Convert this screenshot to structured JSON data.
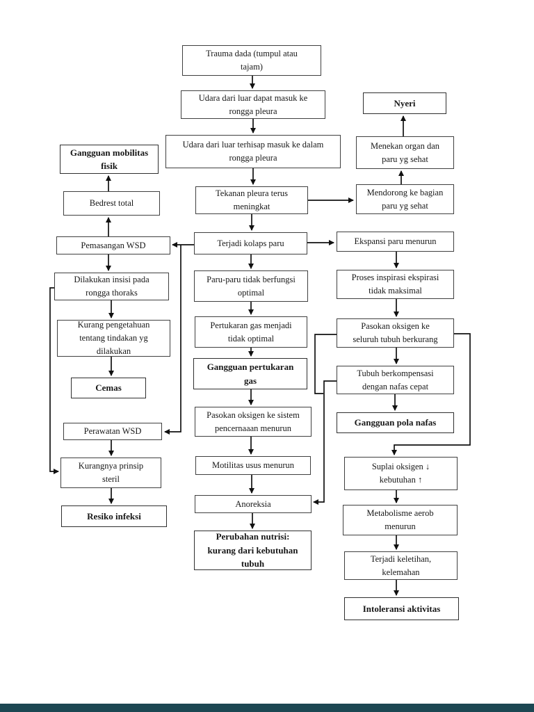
{
  "page": {
    "background": "#ffffff",
    "footer_bar_color": "#1c4752"
  },
  "colors": {
    "box_border": "#3f3f3f",
    "text": "#171717",
    "arrow": "#111111"
  },
  "diagram": {
    "type": "flowchart",
    "language": "Indonesian",
    "topic": "Pathway trauma dada (pneumothorax) - nursing diagnoses",
    "nodes": {
      "trauma_dada": {
        "label": "Trauma dada (tumpul atau\ntajam)",
        "emphasis": false
      },
      "udara_masuk": {
        "label": "Udara dari luar dapat masuk ke\nrongga pleura",
        "emphasis": false
      },
      "udara_terhisap": {
        "label": "Udara dari luar terhisap masuk ke dalam\nrongga pleura",
        "emphasis": false
      },
      "tekanan_pleura": {
        "label": "Tekanan pleura terus\nmeningkat",
        "emphasis": false
      },
      "terjadi_kolaps": {
        "label": "Terjadi kolaps paru",
        "emphasis": false
      },
      "paru_tidak_berfungsi": {
        "label": "Paru-paru tidak berfungsi\noptimal",
        "emphasis": false
      },
      "pertukaran_tidak_optimal": {
        "label": "Pertukaran gas menjadi\ntidak optimal",
        "emphasis": false
      },
      "gangguan_pertukaran_gas": {
        "label": "Gangguan pertukaran\ngas",
        "emphasis": true
      },
      "pasokan_pencernaan": {
        "label": "Pasokan oksigen ke sistem\npencernaaan menurun",
        "emphasis": false
      },
      "motilitas_usus": {
        "label": "Motilitas usus menurun",
        "emphasis": false
      },
      "anoreksia": {
        "label": "Anoreksia",
        "emphasis": false
      },
      "perubahan_nutrisi": {
        "label": "Perubahan nutrisi:\nkurang dari kebutuhan\ntubuh",
        "emphasis": true
      },
      "nyeri": {
        "label": "Nyeri",
        "emphasis": true
      },
      "menekan_organ": {
        "label": "Menekan organ dan\nparu yg sehat",
        "emphasis": false
      },
      "mendorong": {
        "label": "Mendorong ke bagian\nparu yg sehat",
        "emphasis": false
      },
      "ekspansi_menurun": {
        "label": "Ekspansi paru menurun",
        "emphasis": false
      },
      "proses_inspirasi": {
        "label": "Proses inspirasi ekspirasi\ntidak maksimal",
        "emphasis": false
      },
      "pasokan_seluruh_tubuh": {
        "label": "Pasokan oksigen ke\nseluruh tubuh berkurang",
        "emphasis": false
      },
      "tubuh_berkompensasi": {
        "label": "Tubuh berkompensasi\ndengan nafas cepat",
        "emphasis": false
      },
      "gangguan_pola_nafas": {
        "label": "Gangguan pola nafas",
        "emphasis": true
      },
      "suplai_oksigen": {
        "label": "Suplai oksigen ↓\nkebutuhan ↑",
        "emphasis": false
      },
      "metabolisme_aerob": {
        "label": "Metabolisme aerob\nmenurun",
        "emphasis": false
      },
      "terjadi_keletihan": {
        "label": "Terjadi keletihan,\nkelemahan",
        "emphasis": false
      },
      "intoleransi_aktivitas": {
        "label": "Intoleransi aktivitas",
        "emphasis": true
      },
      "gangguan_mobilitas": {
        "label": "Gangguan mobilitas\nfisik",
        "emphasis": true
      },
      "bedrest_total": {
        "label": "Bedrest total",
        "emphasis": false
      },
      "pemasangan_wsd": {
        "label": "Pemasangan WSD",
        "emphasis": false
      },
      "dilakukan_insisi": {
        "label": "Dilakukan insisi pada\nrongga thoraks",
        "emphasis": false
      },
      "kurang_pengetahuan": {
        "label": "Kurang pengetahuan\ntentang tindakan yg\ndilakukan",
        "emphasis": false
      },
      "cemas": {
        "label": "Cemas",
        "emphasis": true
      },
      "perawatan_wsd": {
        "label": "Perawatan WSD",
        "emphasis": false
      },
      "kurangnya_prinsip_steril": {
        "label": "Kurangnya prinsip\nsteril",
        "emphasis": false
      },
      "resiko_infeksi": {
        "label": "Resiko infeksi",
        "emphasis": true
      }
    }
  }
}
